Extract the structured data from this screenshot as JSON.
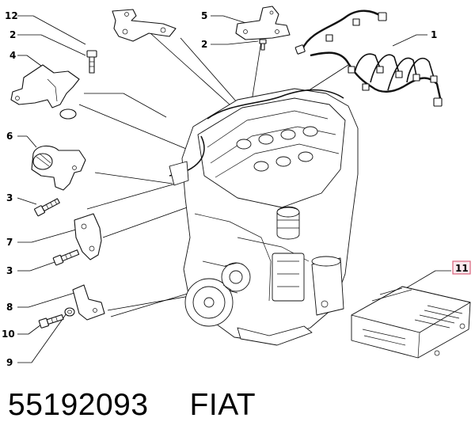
{
  "diagram": {
    "callouts": [
      {
        "id": "12",
        "label": "12"
      },
      {
        "id": "2a",
        "label": "2"
      },
      {
        "id": "4",
        "label": "4"
      },
      {
        "id": "5",
        "label": "5"
      },
      {
        "id": "2b",
        "label": "2"
      },
      {
        "id": "1",
        "label": "1"
      },
      {
        "id": "6",
        "label": "6"
      },
      {
        "id": "3a",
        "label": "3"
      },
      {
        "id": "7",
        "label": "7"
      },
      {
        "id": "3b",
        "label": "3"
      },
      {
        "id": "8",
        "label": "8"
      },
      {
        "id": "10",
        "label": "10"
      },
      {
        "id": "9",
        "label": "9"
      },
      {
        "id": "11",
        "label": "11",
        "highlighted": true
      }
    ],
    "highlight_color": "#d9607a"
  },
  "footer": {
    "part_number": "55192093",
    "brand": "FIAT"
  }
}
